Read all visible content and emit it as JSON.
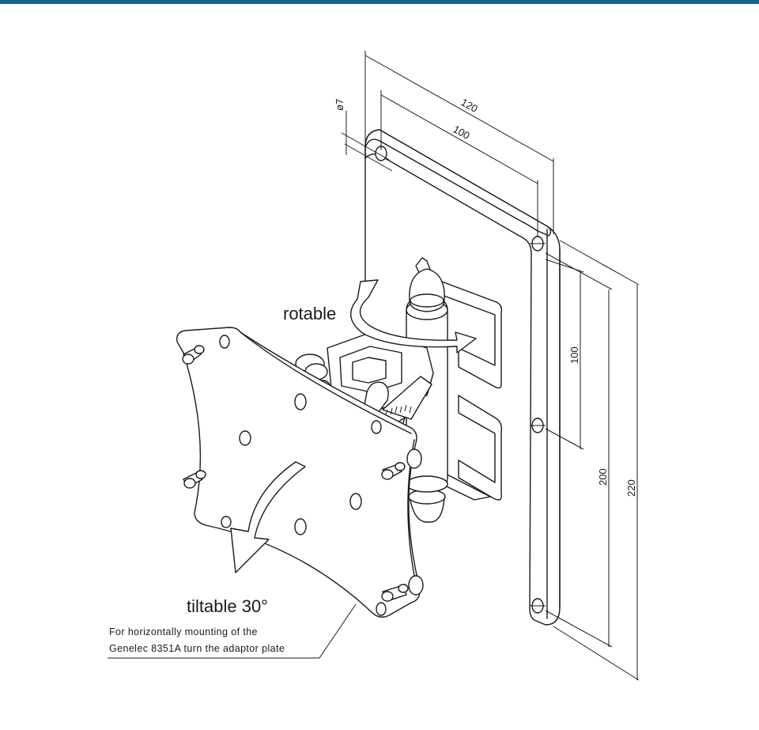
{
  "header": {
    "accent_color": "#1a5f86"
  },
  "labels": {
    "rotable": "rotable",
    "tiltable": "tiltable 30°",
    "note_line1": "For horizontally mounting of the",
    "note_line2": "Genelec 8351A turn the adaptor plate"
  },
  "dimensions": {
    "hole_diameter": "ø7",
    "width_outer": "120",
    "width_inner": "100",
    "height_inner": "100",
    "height_mid": "200",
    "height_outer": "220"
  }
}
